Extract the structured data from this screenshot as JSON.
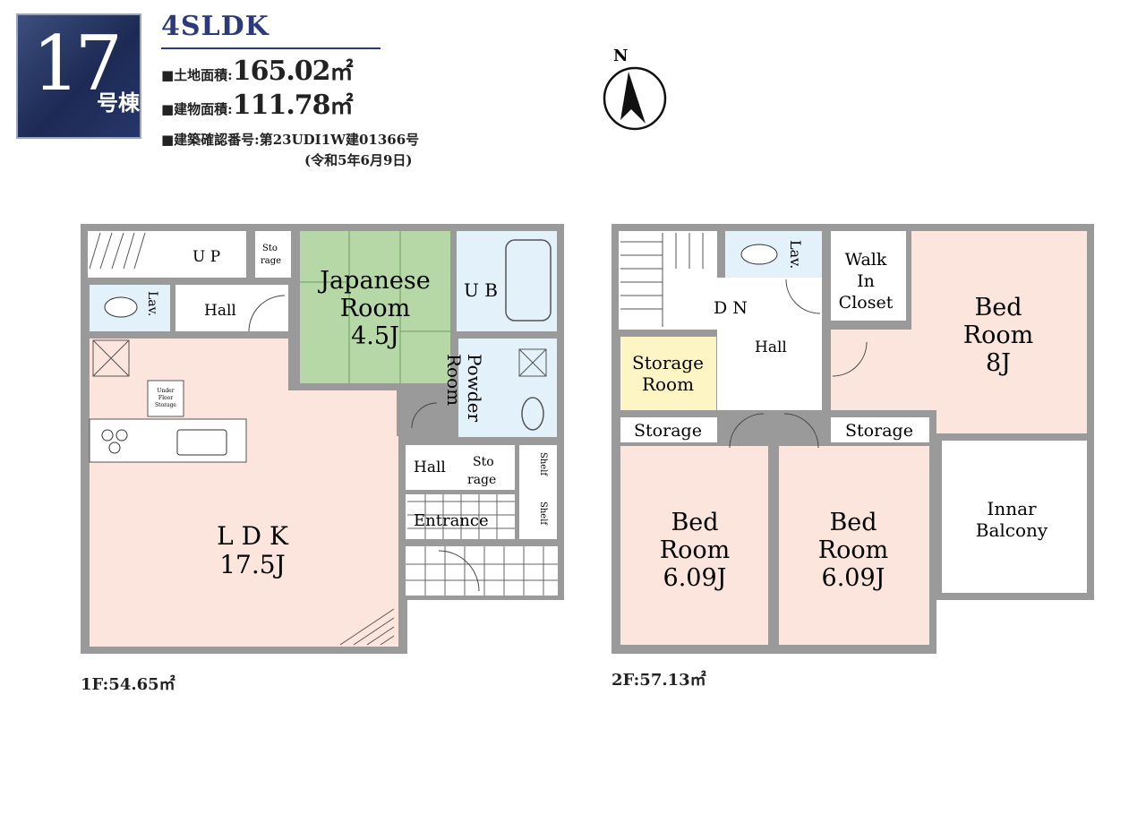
{
  "header": {
    "building_number": "17",
    "building_suffix": "号棟",
    "layout_type": "4SLDK",
    "land_area_label": "■土地面積:",
    "land_area_value": "165.02",
    "building_area_label": "■建物面積:",
    "building_area_value": "111.78",
    "area_unit": "㎡",
    "permit_line": "■建築確認番号:第23UDI1W建01366号",
    "permit_date": "(令和5年6月9日)"
  },
  "compass": {
    "label": "N"
  },
  "floor1": {
    "area_label": "1F:54.65㎡",
    "rooms": {
      "up": "U P",
      "hall_top": "Hall",
      "storage_small_1": "Sto",
      "storage_small_2": "rage",
      "lav": "Lav.",
      "japanese_1": "Japanese",
      "japanese_2": "Room",
      "japanese_3": "4.5J",
      "ub": "U B",
      "powder_1": "Powder",
      "powder_2": "Room",
      "under_floor_1": "Under",
      "under_floor_2": "Floor",
      "under_floor_3": "Storage",
      "ldk_1": "L D K",
      "ldk_2": "17.5J",
      "hall_entry": "Hall",
      "storage_entry_1": "Sto",
      "storage_entry_2": "rage",
      "shelf_1": "Shelf",
      "shelf_2": "Shelf",
      "entrance": "Entrance"
    }
  },
  "floor2": {
    "area_label": "2F:57.13㎡",
    "rooms": {
      "lav": "Lav.",
      "dn": "D N",
      "hall": "Hall",
      "walk_1": "Walk",
      "walk_2": "In",
      "walk_3": "Closet",
      "bed8_1": "Bed",
      "bed8_2": "Room",
      "bed8_3": "8J",
      "storage_room_1": "Storage",
      "storage_room_2": "Room",
      "storage_left": "Storage",
      "storage_right": "Storage",
      "bedA_1": "Bed",
      "bedA_2": "Room",
      "bedA_3": "6.09J",
      "bedB_1": "Bed",
      "bedB_2": "Room",
      "bedB_3": "6.09J",
      "balcony_1": "Innar",
      "balcony_2": "Balcony"
    }
  },
  "colors": {
    "navy": "#1c2a54",
    "tatami": "#b5d8a6",
    "ldk": "#fbe5dc",
    "bedroom": "#fbe5dc",
    "water": "#e3f1fb",
    "storage_room": "#fdf5c4",
    "wall": "#8c8c8c"
  }
}
